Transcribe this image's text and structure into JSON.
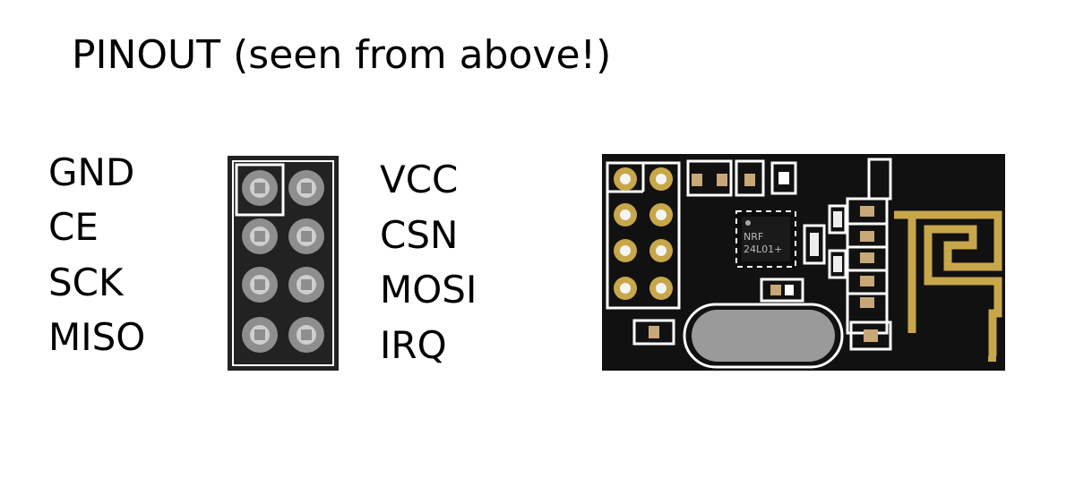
{
  "title": "PINOUT (seen from above!)",
  "left_pins": [
    "GND",
    "CE",
    "SCK",
    "MISO"
  ],
  "right_pins": [
    "VCC",
    "CSN",
    "MOSI",
    "IRQ"
  ],
  "chip_marking": [
    "NRF",
    "24L01+"
  ],
  "colors": {
    "pcb": "#111111",
    "silkscreen": "#ffffff",
    "gold": "#c8a64a",
    "crystal": "#9a9a9a"
  }
}
